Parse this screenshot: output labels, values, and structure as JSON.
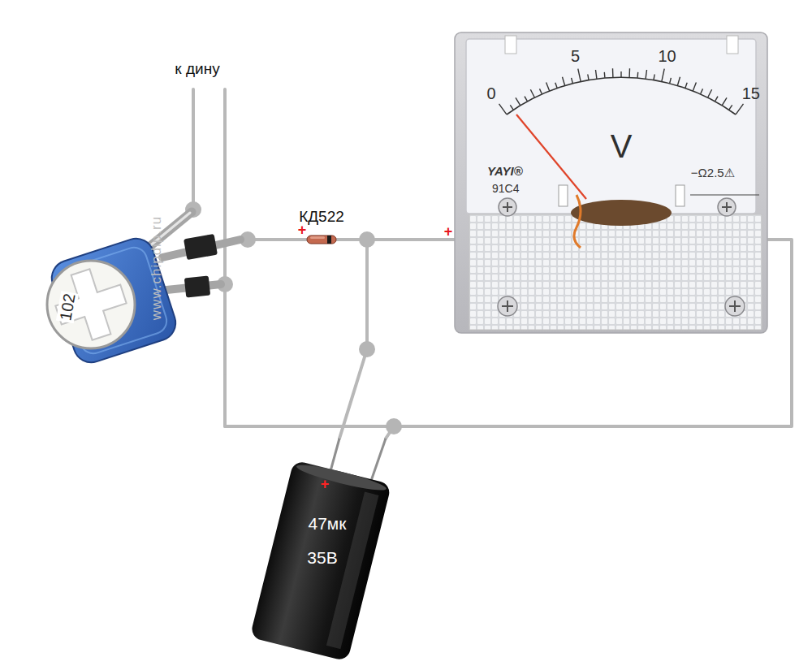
{
  "diagram": {
    "nodes": [
      {
        "text": [
          "102"
        ]
      },
      {
        "text": [
          "0",
          "5",
          "10",
          "15",
          "V",
          "YAYI®",
          "91C4",
          "−Ω2.5⚠"
        ]
      },
      {
        "text": [
          "+",
          "47мк",
          "35В"
        ]
      }
    ],
    "edges": [
      {
        "from": 0,
        "to": 1,
        "arrow": "none",
        "label": "КД522"
      },
      {
        "from": 2,
        "to": 1,
        "arrow": "none"
      },
      {
        "from": 0,
        "to": 1,
        "arrow": "none"
      },
      {
        "from": 2,
        "to": 0,
        "arrow": "none"
      }
    ],
    "labels": [
      "к дину",
      "www.chipdip.ru",
      "+",
      "+"
    ]
  }
}
